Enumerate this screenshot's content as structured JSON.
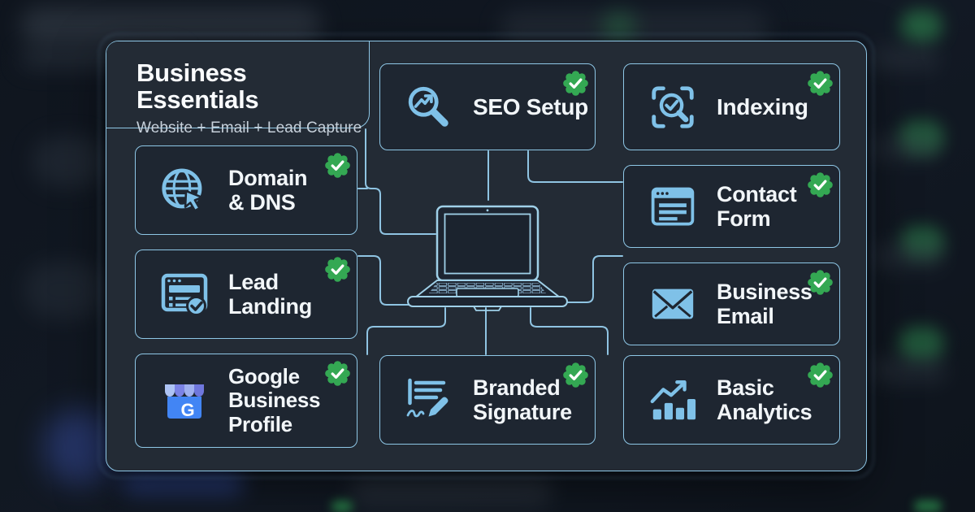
{
  "header": {
    "title": "Business Essentials",
    "subtitle": "Website + Email + Lead Capture"
  },
  "nodes": [
    {
      "id": "seo-setup",
      "label": "SEO Setup",
      "icon": "seo-search-icon",
      "status_icon": "verified-check-badge"
    },
    {
      "id": "indexing",
      "label": "Indexing",
      "icon": "index-scan-icon",
      "status_icon": "verified-check-badge"
    },
    {
      "id": "domain-dns",
      "label": "Domain\n& DNS",
      "icon": "globe-cursor-icon",
      "status_icon": "verified-check-badge"
    },
    {
      "id": "lead-landing",
      "label": "Lead\nLanding",
      "icon": "landing-page-icon",
      "status_icon": "verified-check-badge"
    },
    {
      "id": "google-business-profile",
      "label": "Google\nBusiness\nProfile",
      "icon": "google-storefront-icon",
      "status_icon": "verified-check-badge"
    },
    {
      "id": "contact-form",
      "label": "Contact\nForm",
      "icon": "form-window-icon",
      "status_icon": "verified-check-badge"
    },
    {
      "id": "business-email",
      "label": "Business\nEmail",
      "icon": "envelope-icon",
      "status_icon": "verified-check-badge"
    },
    {
      "id": "basic-analytics",
      "label": "Basic\nAnalytics",
      "icon": "bar-chart-icon",
      "status_icon": "verified-check-badge"
    },
    {
      "id": "branded-signature",
      "label": "Branded\nSignature",
      "icon": "signature-pen-icon",
      "status_icon": "verified-check-badge"
    }
  ],
  "center": {
    "icon": "laptop-icon"
  },
  "colors": {
    "accent": "#8ec7e6",
    "icon": "#7fc1e8",
    "card": "#232b35",
    "box": "#1e2631",
    "green": "#34a853",
    "line": "#8fc4e2",
    "laptop": "#9fd0e8",
    "google-blue": "#4285f4"
  }
}
